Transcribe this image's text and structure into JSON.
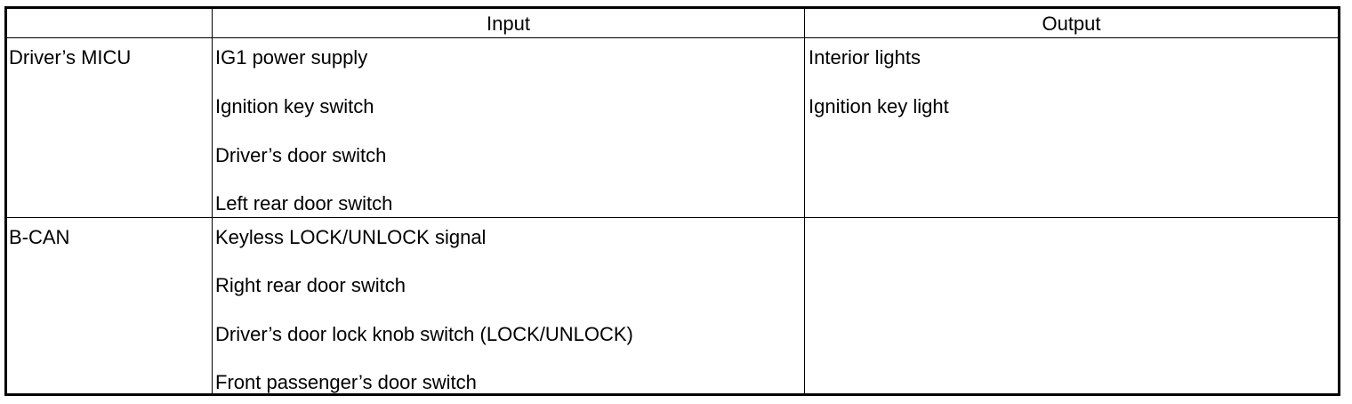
{
  "table": {
    "headers": {
      "blank": "",
      "input": "Input",
      "output": "Output"
    },
    "rows": [
      {
        "label": "Driver’s MICU",
        "inputs": [
          "IG1 power supply",
          "Ignition key switch",
          "Driver’s door switch",
          "Left rear door switch"
        ],
        "outputs": [
          "Interior lights",
          "Ignition key light"
        ]
      },
      {
        "label": "B-CAN",
        "inputs": [
          "Keyless LOCK/UNLOCK signal",
          "Right rear door switch",
          "Driver’s door lock knob switch (LOCK/UNLOCK)",
          "Front passenger’s door switch"
        ],
        "outputs": []
      }
    ]
  }
}
